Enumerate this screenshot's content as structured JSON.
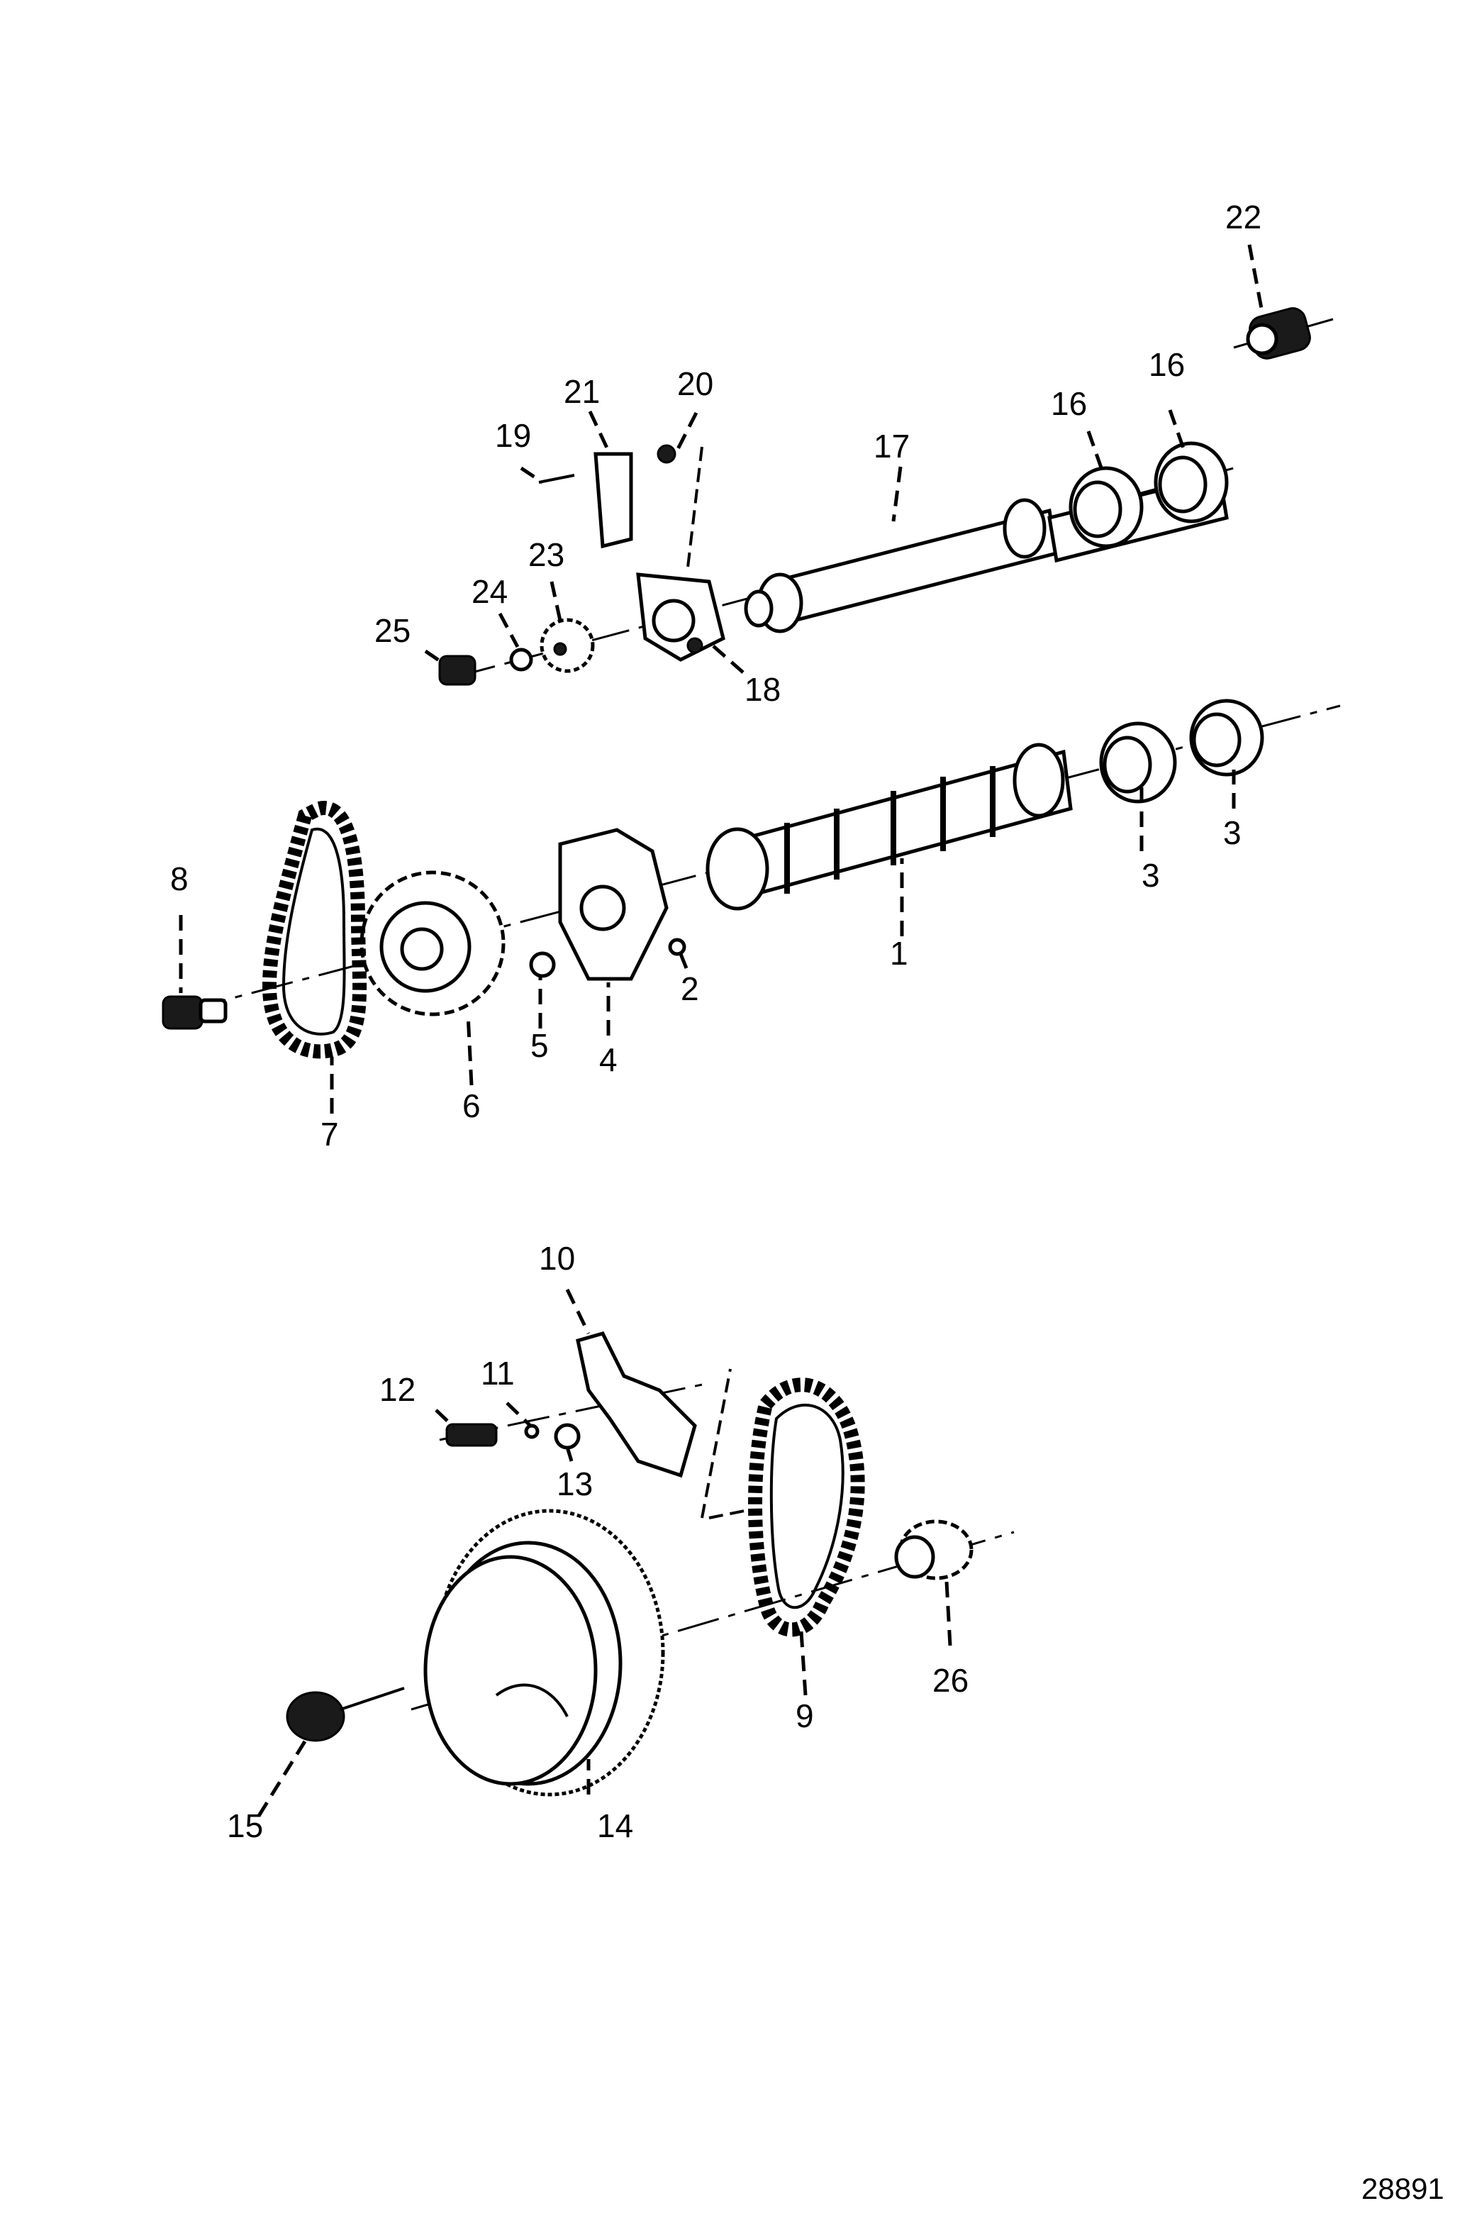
{
  "figure_number": "28891",
  "callouts": [
    {
      "id": "c1",
      "label": "1"
    },
    {
      "id": "c2",
      "label": "2"
    },
    {
      "id": "c3a",
      "label": "3"
    },
    {
      "id": "c3b",
      "label": "3"
    },
    {
      "id": "c4",
      "label": "4"
    },
    {
      "id": "c5",
      "label": "5"
    },
    {
      "id": "c6",
      "label": "6"
    },
    {
      "id": "c7",
      "label": "7"
    },
    {
      "id": "c8",
      "label": "8"
    },
    {
      "id": "c9",
      "label": "9"
    },
    {
      "id": "c10",
      "label": "10"
    },
    {
      "id": "c11",
      "label": "11"
    },
    {
      "id": "c12",
      "label": "12"
    },
    {
      "id": "c13",
      "label": "13"
    },
    {
      "id": "c14",
      "label": "14"
    },
    {
      "id": "c15",
      "label": "15"
    },
    {
      "id": "c16a",
      "label": "16"
    },
    {
      "id": "c16b",
      "label": "16"
    },
    {
      "id": "c17",
      "label": "17"
    },
    {
      "id": "c18",
      "label": "18"
    },
    {
      "id": "c19",
      "label": "19"
    },
    {
      "id": "c20",
      "label": "20"
    },
    {
      "id": "c21",
      "label": "21"
    },
    {
      "id": "c22",
      "label": "22"
    },
    {
      "id": "c23",
      "label": "23"
    },
    {
      "id": "c24",
      "label": "24"
    },
    {
      "id": "c25",
      "label": "25"
    },
    {
      "id": "c26",
      "label": "26"
    }
  ]
}
